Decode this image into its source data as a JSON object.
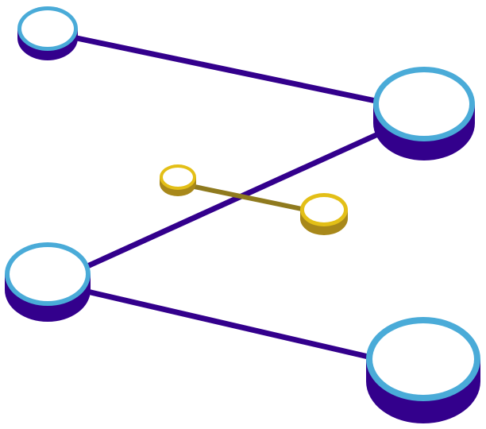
{
  "diagram": {
    "type": "network",
    "labels": [],
    "colors": {
      "background": "#ffffff",
      "blue_node_top_ring": "#4aabd8",
      "blue_node_side": "#33008c",
      "blue_link": "#33008c",
      "gold_node_top_ring": "#e3bf17",
      "gold_node_side": "#a8881a",
      "gold_link": "#8f7a1e",
      "node_face": "#ffffff"
    },
    "nodes": [
      {
        "id": "blue-top-left",
        "group": "blue",
        "size": "small"
      },
      {
        "id": "blue-top-right",
        "group": "blue",
        "size": "large"
      },
      {
        "id": "blue-mid-left",
        "group": "blue",
        "size": "medium"
      },
      {
        "id": "blue-bottom-right",
        "group": "blue",
        "size": "large"
      },
      {
        "id": "gold-left",
        "group": "gold",
        "size": "tiny"
      },
      {
        "id": "gold-right",
        "group": "gold",
        "size": "tiny"
      }
    ],
    "edges": [
      {
        "from": "blue-top-left",
        "to": "blue-top-right",
        "group": "blue"
      },
      {
        "from": "blue-top-right",
        "to": "blue-mid-left",
        "group": "blue"
      },
      {
        "from": "blue-mid-left",
        "to": "blue-bottom-right",
        "group": "blue"
      },
      {
        "from": "gold-left",
        "to": "gold-right",
        "group": "gold"
      }
    ]
  }
}
